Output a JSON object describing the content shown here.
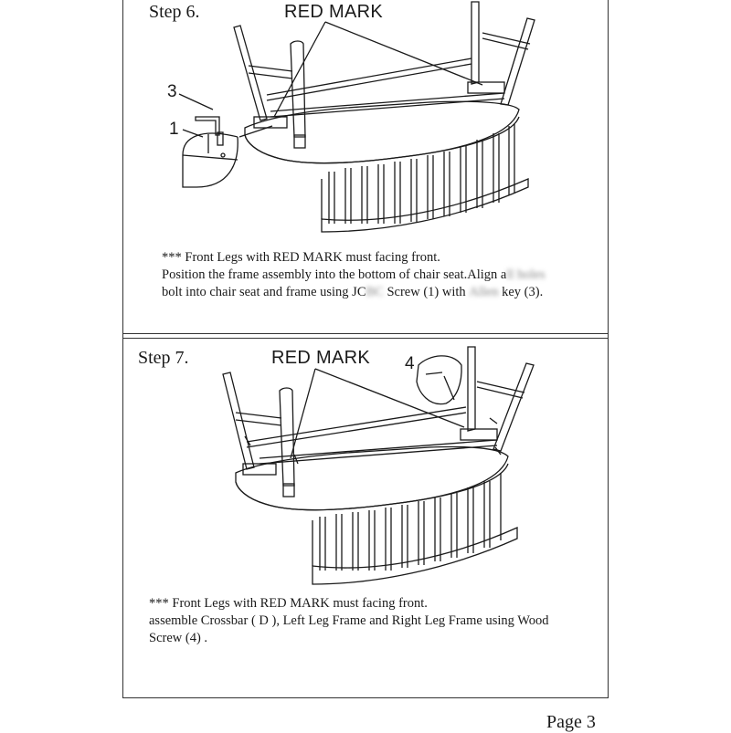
{
  "step6": {
    "title": "Step 6.",
    "red_mark": "RED MARK",
    "callout_3": "3",
    "callout_1": "1",
    "note_line1": "*** Front Legs with RED MARK must facing front.",
    "note_line2_a": "Position the frame assembly into the bottom of chair seat.Align a",
    "note_line2_blur": "ll holes",
    "note_line3_a": "bolt into chair seat and frame using JC",
    "note_line3_blur": "BC",
    "note_line3_b": " Screw (1) with ",
    "note_line3_blur2": "Allen",
    "note_line3_c": " key (3)."
  },
  "step7": {
    "title": "Step 7.",
    "red_mark": "RED MARK",
    "callout_4": "4",
    "note_line1": "*** Front Legs with RED MARK must facing front.",
    "note_line2": "assemble Crossbar ( D ), Left Leg Frame and Right Leg Frame using Wood",
    "note_line3": "Screw (4) ."
  },
  "footer": {
    "page": "Page 3"
  }
}
